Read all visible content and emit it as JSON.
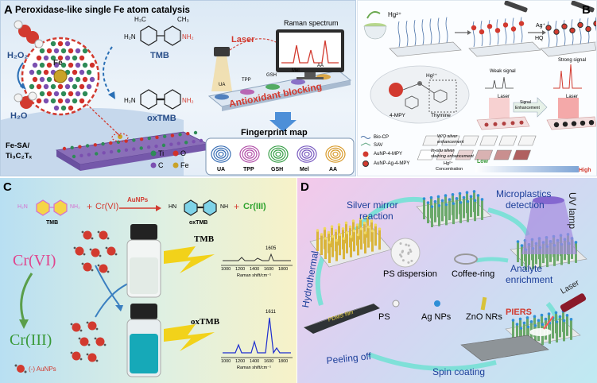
{
  "panel_a": {
    "letter": "A",
    "title": "Peroxidase-like single Fe  atom catalysis",
    "h2o2": "H₂O₂",
    "h2o": "H₂O",
    "fe_center": "Fe",
    "material_line1": "Fe-SA/",
    "material_line2": "Ti₃C₂Tₓ",
    "legend": [
      {
        "label": "Ti",
        "color": "#2e8b57"
      },
      {
        "label": "O",
        "color": "#d0302a"
      },
      {
        "label": "C",
        "color": "#7b4fb0"
      },
      {
        "label": "Fe",
        "color": "#c9a227"
      }
    ],
    "tmb": "TMB",
    "oxtmb": "oxTMB",
    "nh2_a": "NH₂",
    "nh2_b": "H₂N",
    "ch3": "H₃C",
    "ch3b": "CH₃",
    "laser": "Laser",
    "raman": "Raman spectrum",
    "antioxidant": "Antioxidant blocking",
    "fingerprint": "Fingerprint map",
    "belt_labels": [
      "UA",
      "TPP",
      "GSH",
      "Mel",
      "AA"
    ],
    "fingerprints": [
      {
        "label": "UA",
        "color": "#3a6fb5"
      },
      {
        "label": "TPP",
        "color": "#b14fa8"
      },
      {
        "label": "GSH",
        "color": "#3aa04a"
      },
      {
        "label": "Mel",
        "color": "#7a5cc0"
      },
      {
        "label": "AA",
        "color": "#d89a2a"
      }
    ]
  },
  "panel_b": {
    "letter": "B",
    "hg": "Hg²⁺",
    "ag": "Ag⁺",
    "hq": "HQ",
    "weak": "Weak signal",
    "strong": "Strong signal",
    "laser1": "Laser",
    "laser2": "Laser",
    "signal_enh1": "Signal",
    "signal_enh2": "Enhancement",
    "mpy": "4-MPY",
    "thymine": "Thymine",
    "hg_small": "Hg²⁺",
    "legend": [
      "Bio-CP",
      "SAV",
      "AuNP-4-MPY",
      "AuNP-Ag-4-MPY"
    ],
    "row1_label1": "W/O silver",
    "row1_label2": "enhancement",
    "row2_label1": "In-situ silver",
    "row2_label2": "staining enhancement",
    "conc_label1": "Hg²⁺",
    "conc_label2": "Concentration",
    "low": "Low",
    "high": "High"
  },
  "panel_c": {
    "letter": "C",
    "tmb_small": "TMB",
    "nh2_1": "H₂N",
    "nh2_2": "NH₂",
    "plus1": "+",
    "crvi_small": "Cr(VI)",
    "aunps": "AuNPs",
    "hn_1": "HN",
    "nh_1": "NH",
    "oxtmb_small": "oxTMB",
    "plus2": "+",
    "criii_small": "Cr(III)",
    "crvi_big": "Cr(VI)",
    "criii_big": "Cr(III)",
    "vial_tmb": "TMB",
    "vial_oxtmb": "oxTMB",
    "peak1": "1605",
    "peak2": "1611",
    "ticks": [
      "1000",
      "1200",
      "1400",
      "1600",
      "1800"
    ],
    "axis_label": "Raman shift/cm⁻¹",
    "legend": "(-) AuNPs"
  },
  "panel_d": {
    "letter": "D",
    "silver_mirror1": "Silver mirror",
    "silver_mirror2": "reaction",
    "micro1": "Microplastics",
    "micro2": "detection",
    "uv": "UV lamp",
    "ps_disp": "PS dispersion",
    "coffee": "Coffee-ring",
    "analyte1": "Analyte",
    "analyte2": "enrichment",
    "hydro": "Hydrothermal",
    "laser": "Laser",
    "piers": "PIERS",
    "pdms": "PDMS film",
    "ps": "PS",
    "agnps": "Ag NPs",
    "zno": "ZnO NRs",
    "peeling": "Peeling off",
    "spin": "Spin coating"
  }
}
